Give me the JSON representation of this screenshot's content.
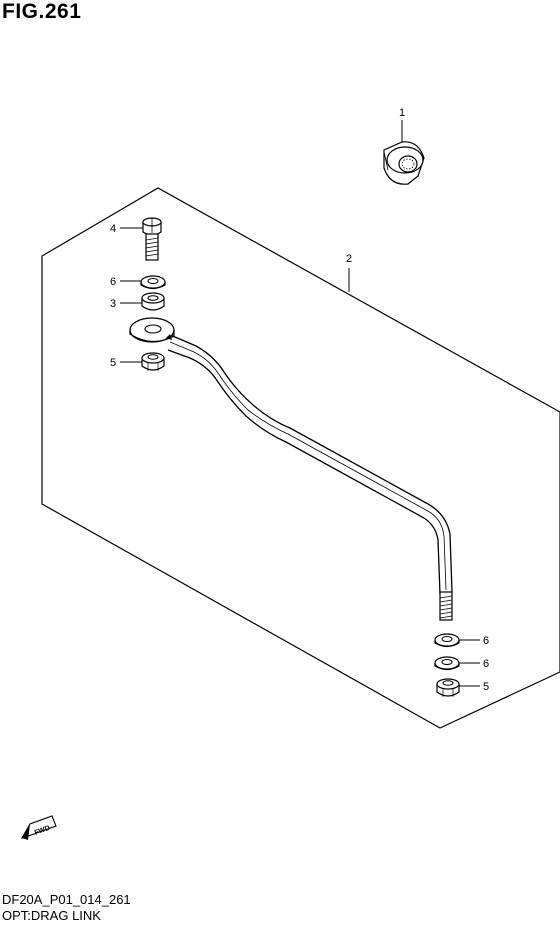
{
  "figure": {
    "title": "FIG.261",
    "code": "DF20A_P01_014_261",
    "caption": "OPT:DRAG LINK"
  },
  "callouts": {
    "c1": "1",
    "c2": "2",
    "c3": "3",
    "c4": "4",
    "c5_top": "5",
    "c6_top": "6",
    "c6_a": "6",
    "c6_b": "6",
    "c5_bottom": "5"
  },
  "fwd_arrow": {
    "label": "FWD",
    "icon": "fwd-arrow-icon"
  }
}
